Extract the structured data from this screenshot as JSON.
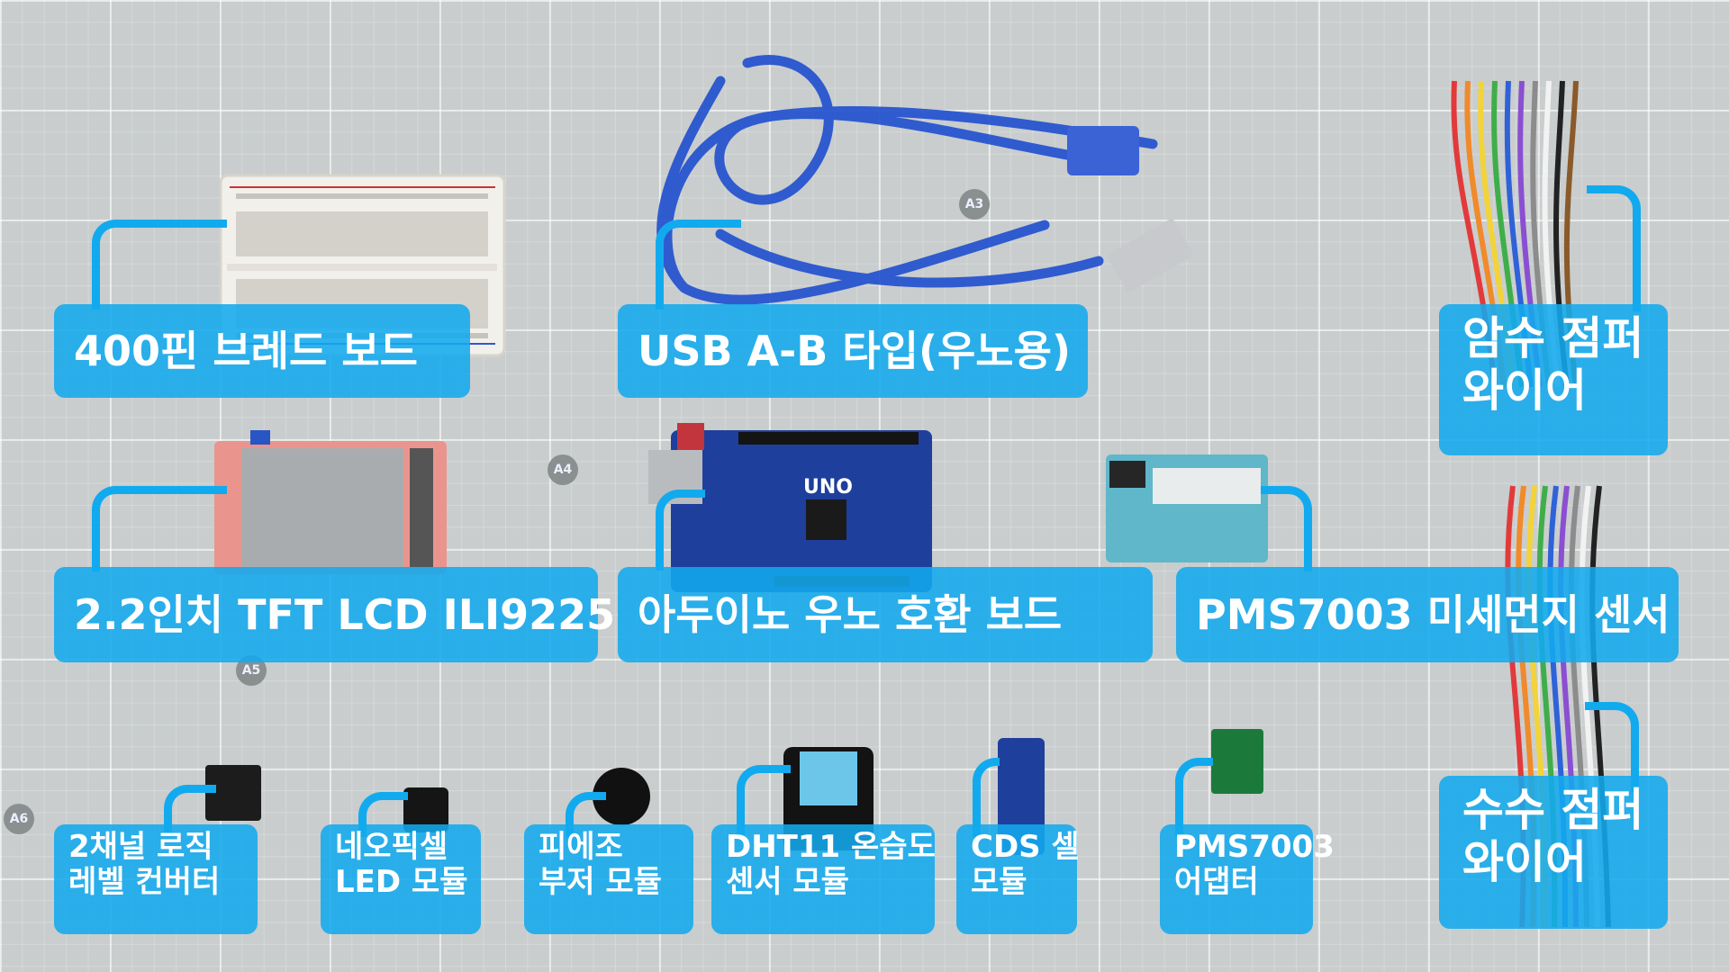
{
  "labels": {
    "breadboard": [
      "400핀 브레드 보드"
    ],
    "usb_cable": [
      "USB A-B 타입(우노용)"
    ],
    "male_female_jumper": [
      "암수 점퍼",
      "와이어"
    ],
    "tft_lcd": [
      "2.2인치 TFT LCD ILI9225"
    ],
    "arduino_uno": [
      "아두이노 우노 호환 보드"
    ],
    "pms7003": [
      "PMS7003 미세먼지 센서"
    ],
    "male_male_jumper": [
      "수수 점퍼",
      "와이어"
    ],
    "logic_converter": [
      "2채널 로직",
      "레벨 컨버터"
    ],
    "neopixel": [
      "네오픽셀",
      "LED 모듈"
    ],
    "piezo": [
      "피에조",
      "부저 모듈"
    ],
    "dht11": [
      "DHT11 온습도",
      "센서 모듈"
    ],
    "cds": [
      "CDS 셀",
      "모듈"
    ],
    "pms7003_adapter": [
      "PMS7003",
      "어댑터"
    ]
  },
  "board_marks": {
    "uno": "UNO",
    "sheet_markers": [
      "A3",
      "A4",
      "A5",
      "A6"
    ]
  },
  "colors": {
    "callout": "#12aaee",
    "mat": "#c9cdcd"
  }
}
